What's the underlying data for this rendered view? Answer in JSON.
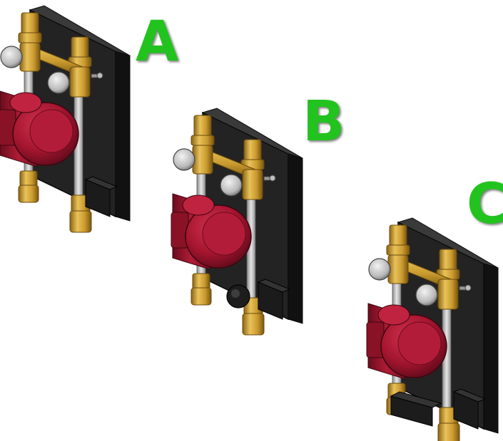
{
  "labels": {
    "a": "A",
    "b": "B",
    "c": "C"
  },
  "colors": {
    "label_green": "#22c31e",
    "panel_black": "#1c1c1c",
    "pump_red": "#a3152e",
    "brass": "#c99a2e",
    "gauge_silver": "#c7c7c7"
  }
}
